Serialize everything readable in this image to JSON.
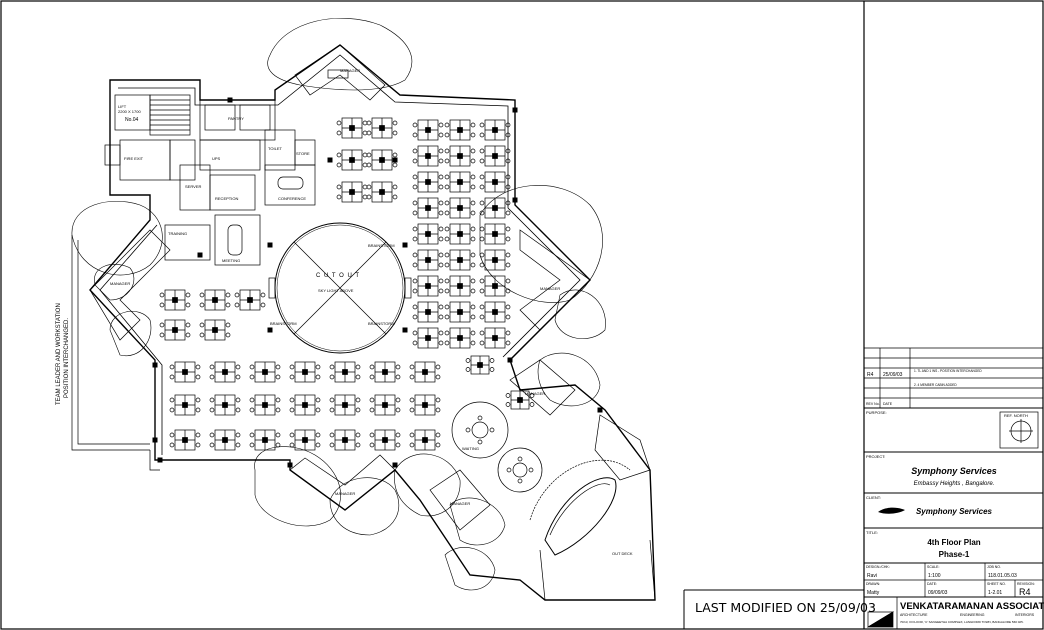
{
  "plan": {
    "room_labels": {
      "cut_out": "C U T  O U T",
      "sky_light": "SKY LIGHT ABOVE",
      "lift": "LIFT",
      "lift_sub": "2200 X 1700",
      "lift_no": "No.04",
      "fire_exit": "FIRE EXIT",
      "manager": "MANAGER",
      "conference": "CONFERENCE",
      "meeting": "MEETING",
      "training": "TRAINING",
      "pantry": "PANTRY",
      "reception": "RECEPTION",
      "waiting": "WAITING",
      "server": "SERVER",
      "ups": "UPS",
      "store": "STORE",
      "toilet": "TOILET",
      "brainstorm": "BRAINSTORM",
      "out_deck": "OUT DECK"
    },
    "side_note_line1": "TEAM LEADER AND WORKSTATION",
    "side_note_line2": "POSITION INTERCHANGED."
  },
  "last_modified": "LAST MODIFIED ON 25/09/03",
  "title_block": {
    "revision_rows": [
      {
        "rev": "R4",
        "date": "25/09/03",
        "desc": "1. TL AND 1 WS - POSITION INTERCHANGED"
      },
      {
        "rev": "",
        "date": "",
        "desc": "2. 4 MEMBER CABIN ADDED"
      }
    ],
    "rev_header": {
      "rev": "REV No.",
      "date": "DATE"
    },
    "purpose_label": "PURPOSE:",
    "ref_north": "REF. NORTH",
    "project_label": "PROJECT:",
    "project_name": "Symphony Services",
    "project_location": "Embassy Heights , Bangalore.",
    "client_label": "CLIENT:",
    "client_name": "Symphony Services",
    "title_label": "TITLE:",
    "title_line1": "4th Floor Plan",
    "title_line2": "Phase-1",
    "design_chk_label": "DESIGN./CHK:",
    "design_chk_value": "Ravi",
    "scale_label": "SCALE:",
    "scale_value": "1:100",
    "job_no_label": "JOB NO.",
    "job_no_value": "118.01.05.03",
    "drawn_label": "DRAWN:",
    "drawn_value": "Matty",
    "date_label": "DATE:",
    "date_value": "09/09/03",
    "sheet_no_label": "SHEET NO.",
    "sheet_no_value": "1-2.01",
    "revision_label": "REVISION:",
    "revision_value": "R4",
    "firm_name": "VENKATARAMANAN ASSOCIATES",
    "firm_sub1": "ARCHITECTURE",
    "firm_sub2": "ENGINEERING",
    "firm_sub3": "INTERIORS",
    "firm_address": "70/13, III FLOOR, 'C' SANGEETHA COMPLEX, LANGFORD TOWN, BANGALORE 560 025."
  }
}
